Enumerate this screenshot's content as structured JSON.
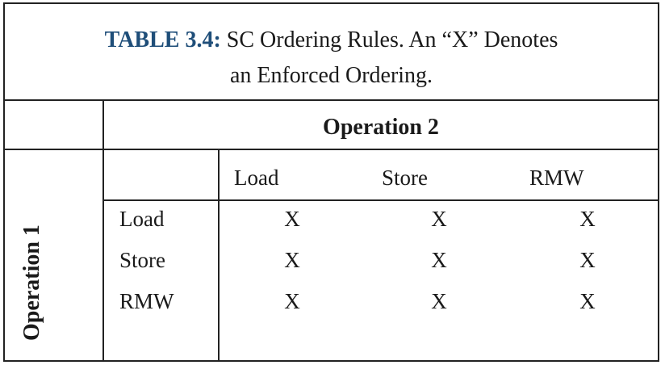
{
  "caption": {
    "label": "TABLE 3.4:",
    "title_line1": "SC Ordering Rules. An “X” Denotes",
    "title_line2": "an Enforced Ordering."
  },
  "table": {
    "column_group": "Operation 2",
    "row_group": "Operation 1",
    "columns": [
      "Load",
      "Store",
      "RMW"
    ],
    "rows": [
      {
        "label": "Load",
        "cells": [
          "X",
          "X",
          "X"
        ]
      },
      {
        "label": "Store",
        "cells": [
          "X",
          "X",
          "X"
        ]
      },
      {
        "label": "RMW",
        "cells": [
          "X",
          "X",
          "X"
        ]
      }
    ]
  }
}
